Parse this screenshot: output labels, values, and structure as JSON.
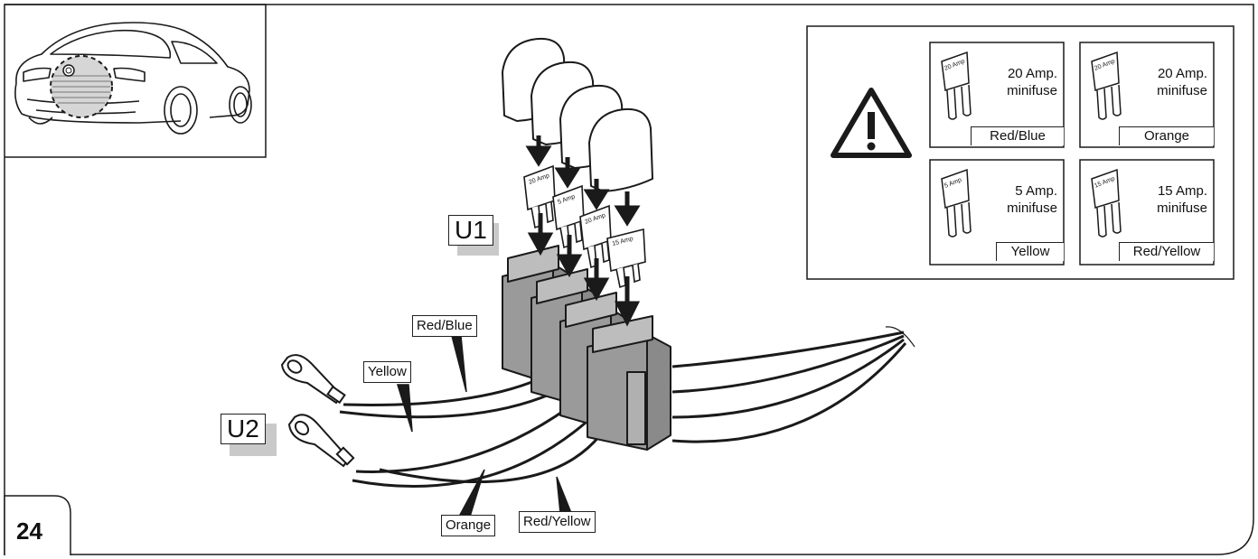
{
  "figure": {
    "number": "24"
  },
  "callouts": {
    "u1": "U1",
    "u2": "U2"
  },
  "wire_labels": {
    "red_blue": "Red/Blue",
    "yellow": "Yellow",
    "orange": "Orange",
    "red_yellow": "Red/Yellow"
  },
  "fuse_markings": [
    "20 Amp",
    "5 Amp",
    "20 Amp",
    "15 Amp"
  ],
  "legend": {
    "warning_icon": "warning-triangle-icon",
    "fuses": [
      {
        "amp": "20 Amp.",
        "type": "minifuse",
        "color": "Red/Blue",
        "marking": "20 Amp"
      },
      {
        "amp": "20 Amp.",
        "type": "minifuse",
        "color": "Orange",
        "marking": "20 Amp"
      },
      {
        "amp": "5 Amp.",
        "type": "minifuse",
        "color": "Yellow",
        "marking": "5 Amp"
      },
      {
        "amp": "15 Amp.",
        "type": "minifuse",
        "color": "Red/Yellow",
        "marking": "15 Amp"
      }
    ]
  },
  "colors": {
    "line": "#1a1a1a",
    "fuse_holder": "#9a9a9a",
    "shadow": "#c9c9c9",
    "background": "#ffffff"
  }
}
